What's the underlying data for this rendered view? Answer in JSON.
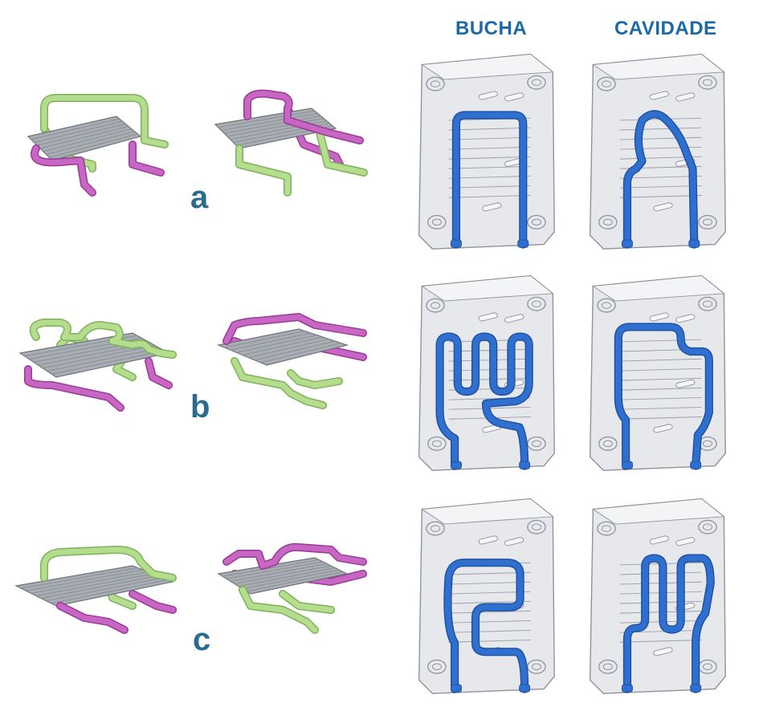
{
  "columns": {
    "left": "BUCHA",
    "right": "CAVIDADE"
  },
  "rows": [
    {
      "label": "a"
    },
    {
      "label": "b"
    },
    {
      "label": "c"
    }
  ],
  "colors": {
    "label_blue": "#1c6aa5",
    "row_letter": "#2a6b8f",
    "channel_blue": "#2e6fd0",
    "mold_fill": "#e6e8ec",
    "mold_edge": "#8e929a",
    "pipe_green": "#b6dc8e",
    "pipe_green_dark": "#7bb35a",
    "pipe_magenta": "#c866c4",
    "pipe_magenta_dark": "#9a3a98",
    "part_gray": "#a9adb4"
  },
  "icons": {
    "mold_block": "translucent-mold-block-icon",
    "cooling_channel": "cooling-channel-icon",
    "molded_part": "molded-part-with-pipes-icon"
  }
}
